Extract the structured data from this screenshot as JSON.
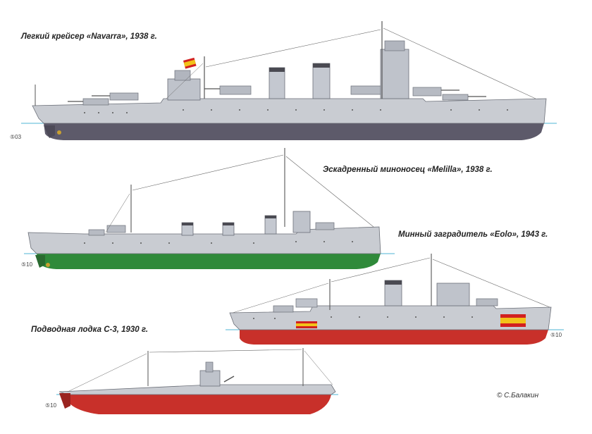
{
  "captions": {
    "cruiser": "Легкий крейсер «Navarra», 1938 г.",
    "destroyer": "Эскадренный миноносец «Melilla», 1938 г.",
    "minelayer": "Минный заградитель «Eolo», 1943 г.",
    "submarine": "Подводная лодка С-3, 1930 г."
  },
  "draft_marks": {
    "cruiser": "⑤03",
    "destroyer": "⑤10",
    "minelayer": "⑤10",
    "submarine": "⑤10"
  },
  "copyright": "© С.Балакин",
  "colors": {
    "hull_grey": "#c9ccd2",
    "cruiser_bottom": "#5d5a6a",
    "destroyer_bottom": "#2f8a3a",
    "minelayer_bottom": "#c8302a",
    "submarine_bottom": "#c8302a",
    "waterline": "#4fb6d6",
    "flag_red": "#d22020",
    "flag_yellow": "#f2c21a"
  }
}
